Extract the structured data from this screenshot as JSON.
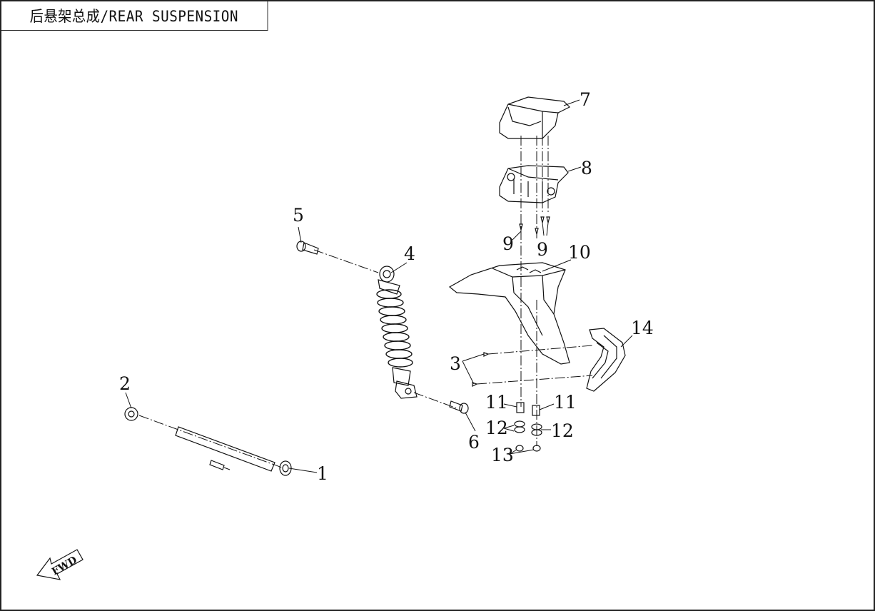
{
  "title": "后悬架总成/REAR SUSPENSION",
  "fwd_label": "FWD",
  "callouts": [
    {
      "id": "c1",
      "text": "1"
    },
    {
      "id": "c2",
      "text": "2"
    },
    {
      "id": "c3",
      "text": "3"
    },
    {
      "id": "c4",
      "text": "4"
    },
    {
      "id": "c5",
      "text": "5"
    },
    {
      "id": "c6",
      "text": "6"
    },
    {
      "id": "c7",
      "text": "7"
    },
    {
      "id": "c8",
      "text": "8"
    },
    {
      "id": "c9a",
      "text": "9"
    },
    {
      "id": "c9b",
      "text": "9"
    },
    {
      "id": "c10",
      "text": "10"
    },
    {
      "id": "c11a",
      "text": "11"
    },
    {
      "id": "c11b",
      "text": "11"
    },
    {
      "id": "c12a",
      "text": "12"
    },
    {
      "id": "c12b",
      "text": "12"
    },
    {
      "id": "c13",
      "text": "13"
    },
    {
      "id": "c14",
      "text": "14"
    }
  ]
}
